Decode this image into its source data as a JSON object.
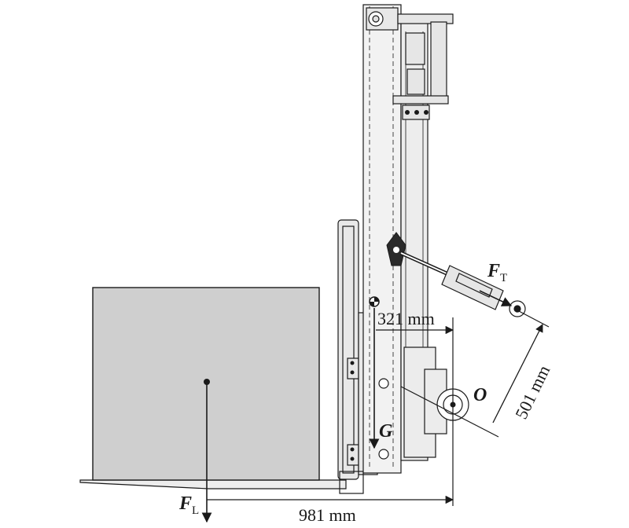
{
  "labels": {
    "force_t": "F",
    "force_t_sub": "T",
    "force_l": "F",
    "force_l_sub": "L",
    "gravity": "G",
    "pivot": "O"
  },
  "dimensions": {
    "d1": "321 mm",
    "d2": "501 mm",
    "d3": "981 mm"
  },
  "colors": {
    "line": "#1a1a1a",
    "load_fill": "#cfcfcf",
    "mast_fill": "#f2f2f2",
    "part_fill": "#e4e4e4"
  }
}
